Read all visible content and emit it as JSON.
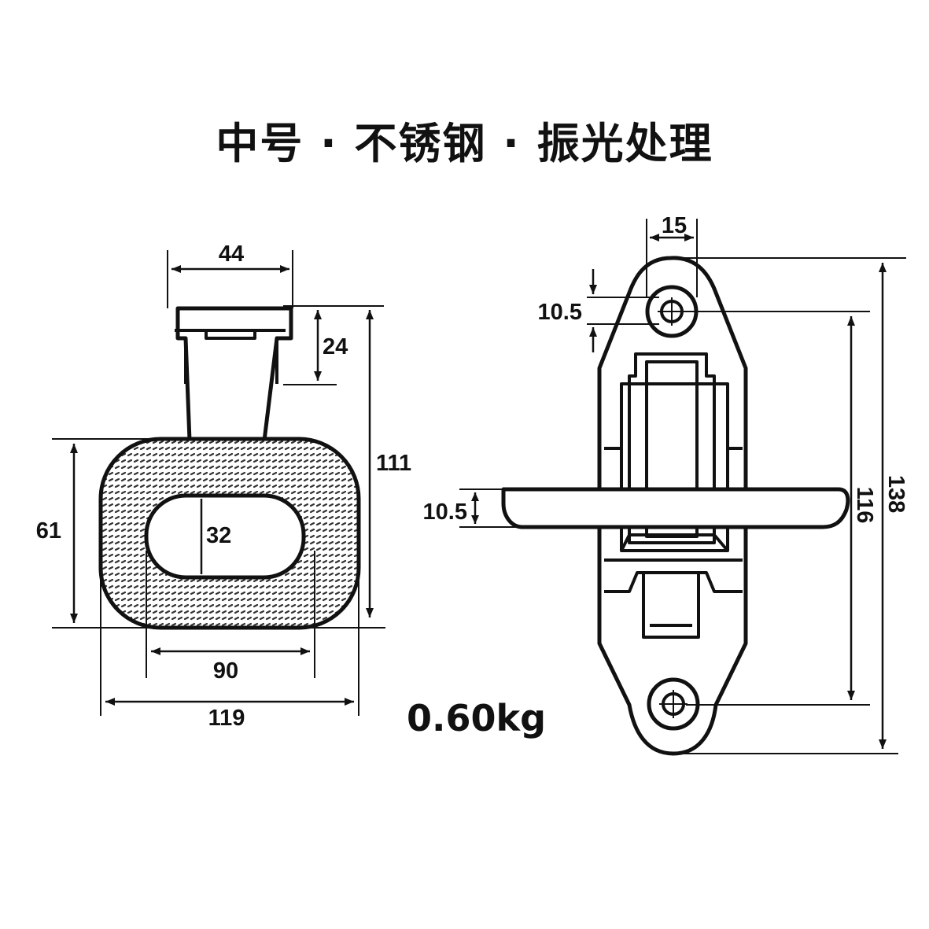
{
  "title": "中号 · 不锈钢 · 振光处理",
  "weight": "0.60kg",
  "dimensions": {
    "front_top_width": "44",
    "front_clip_height": "24",
    "front_total_height": "111",
    "front_ring_height": "61",
    "front_hole_height": "32",
    "front_inner_width": "90",
    "front_outer_width": "119",
    "side_hole_diameter": "15",
    "side_hole_offset": "10.5",
    "side_bar_thickness": "10.5",
    "side_hole_spacing": "116",
    "side_total_length": "138"
  }
}
